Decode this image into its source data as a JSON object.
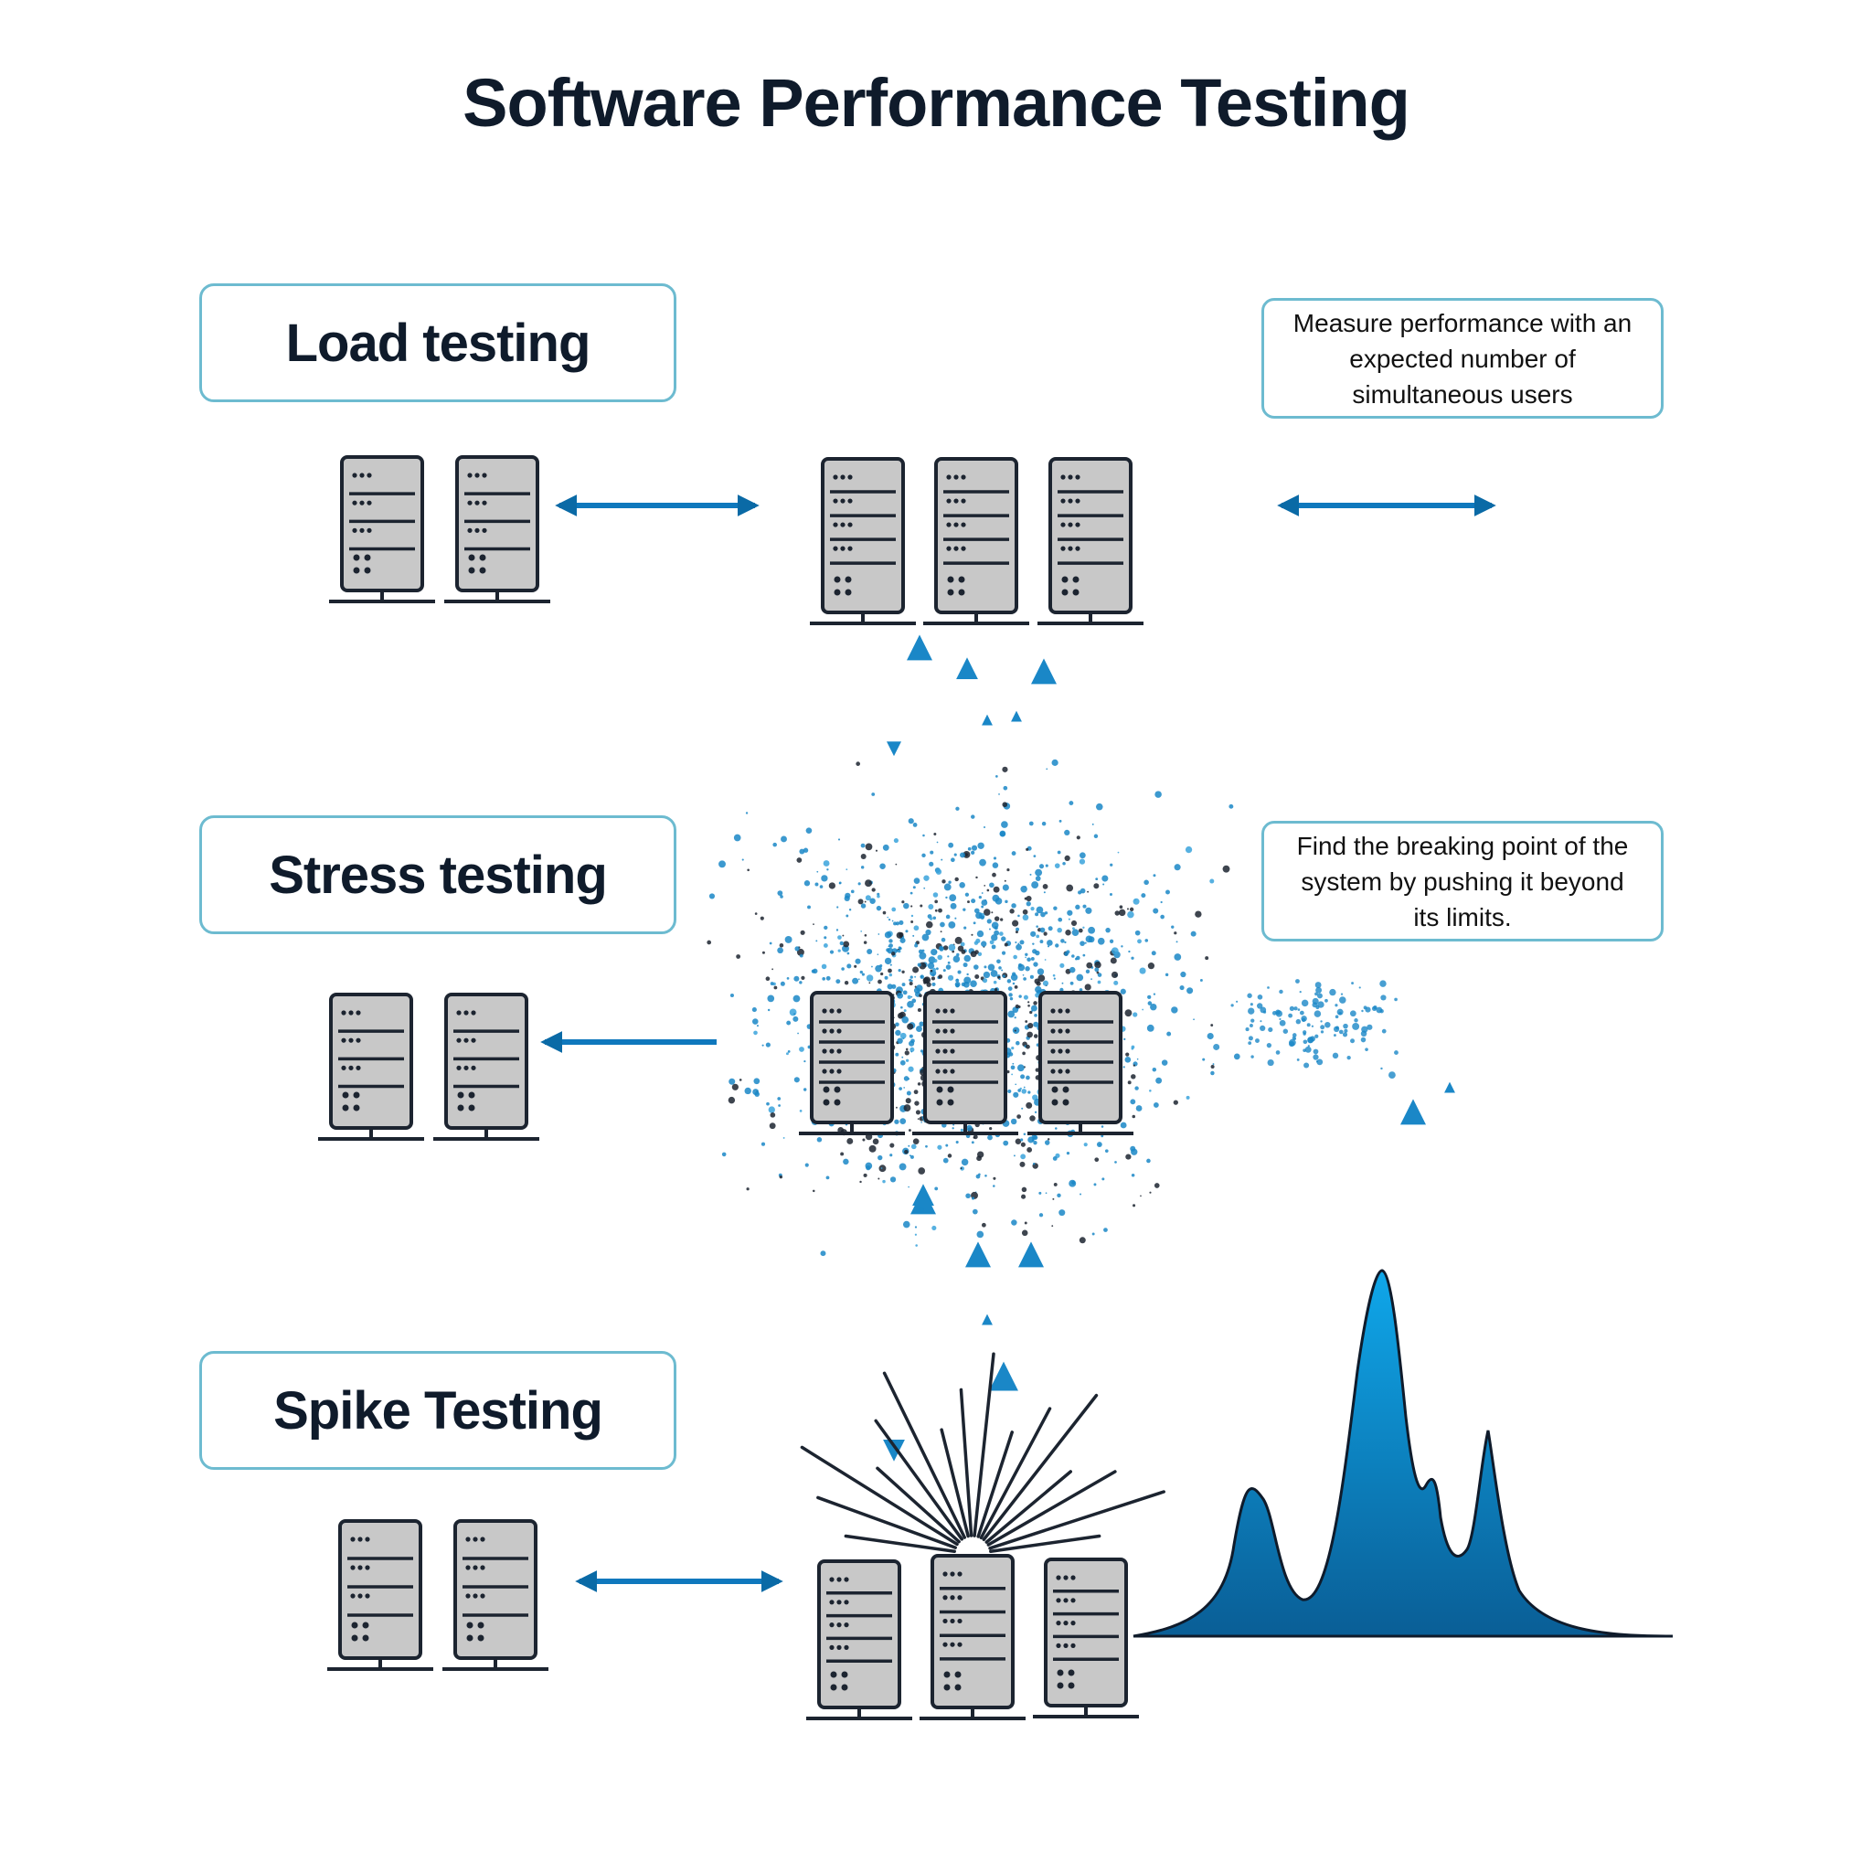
{
  "title": "Software Performance Testing",
  "sections": [
    {
      "label": "Load testing",
      "description": "Measure performance with an expected number of simultaneous users"
    },
    {
      "label": "Stress testing",
      "description": "Find the breaking point of the system by pushing it beyond its limits."
    },
    {
      "label": "Spike Testing",
      "description": ""
    }
  ],
  "colors": {
    "accent": "#1a87c7",
    "accent_dark": "#0a5e96",
    "server_fill": "#c8c8c8",
    "server_stroke": "#1c2430",
    "box_border": "#6dbbd0",
    "title": "#0f1b2b"
  },
  "icons": [
    "server-icon",
    "double-arrow-icon",
    "arrow-up-icon",
    "arrow-down-icon",
    "arrow-left-icon",
    "burst-icon",
    "particle-splatter",
    "spike-graph"
  ]
}
